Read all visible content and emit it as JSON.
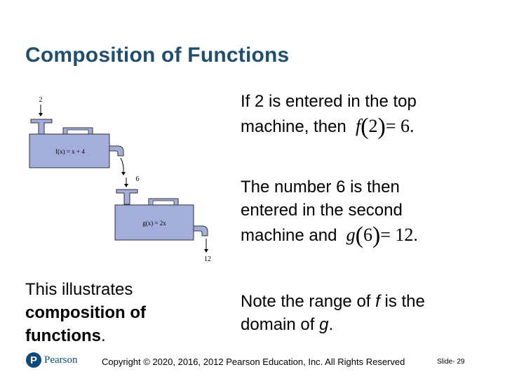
{
  "title": "Composition of Functions",
  "paragraph1": {
    "line1": "If 2 is entered in the top",
    "line2": "machine, then",
    "math": {
      "fn": "f",
      "arg": "2",
      "result": "= 6."
    }
  },
  "paragraph2": {
    "line1": "The number 6 is then",
    "line2": "entered in the second",
    "line3": "machine and",
    "math": {
      "fn": "g",
      "arg": "6",
      "result": "= 12."
    }
  },
  "paragraph3": {
    "text_a": "Note the range of ",
    "f": "f",
    "text_b": " is the domain of ",
    "g": "g",
    "text_c": "."
  },
  "paragraph4": {
    "text_a": "This illustrates ",
    "bold": "composition of functions",
    "text_b": "."
  },
  "diagram": {
    "input_top": "2",
    "machine1_label": "f(x) = x + 4",
    "middle_value": "6",
    "machine2_label": "g(x) = 2x",
    "output_bottom": "12",
    "machine_color": "#a3aedb"
  },
  "footer": {
    "logo_letter": "P",
    "logo_text": "Pearson",
    "copyright": "Copyright © 2020, 2016, 2012 Pearson Education, Inc. All Rights Reserved",
    "slide": "Slide- 29"
  }
}
